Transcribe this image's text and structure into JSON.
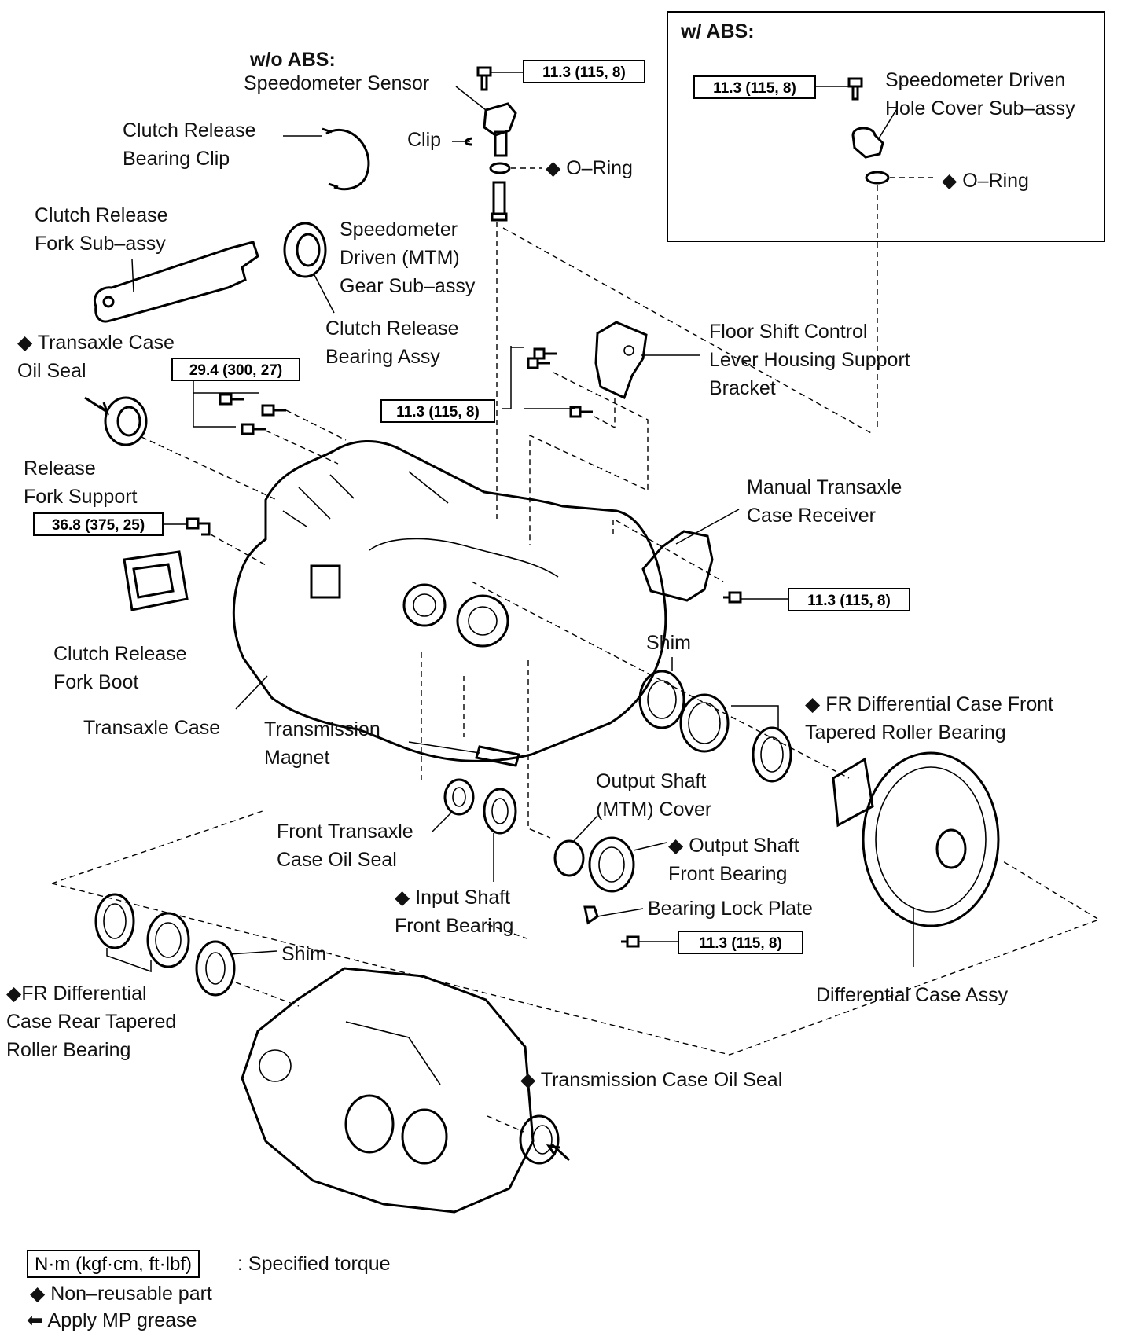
{
  "sections": {
    "without_abs": "w/o ABS:",
    "with_abs": "w/ ABS:"
  },
  "torques": {
    "speedo_sensor_bolt": "11.3 (115, 8)",
    "speedo_cover_bolt": "11.3 (115, 8)",
    "case_bolts": "29.4 (300, 27)",
    "bracket_bolts": "11.3 (115, 8)",
    "release_fork_support": "36.8 (375, 25)",
    "case_receiver_bolt": "11.3 (115, 8)",
    "bearing_lock_plate_bolt": "11.3 (115, 8)"
  },
  "labels": {
    "speedometer_sensor": "Speedometer Sensor",
    "clip": "Clip",
    "o_ring_left": "O–Ring",
    "o_ring_right": "O–Ring",
    "speedometer_cover": "Speedometer Driven\nHole Cover Sub–assy",
    "clutch_release_bearing_clip": "Clutch Release\nBearing Clip",
    "clutch_release_fork": "Clutch Release\nFork Sub–assy",
    "speedometer_driven_gear": "Speedometer\nDriven (MTM)\nGear Sub–assy",
    "clutch_release_bearing_assy": "Clutch Release\nBearing Assy",
    "floor_shift_bracket": "Floor Shift Control\nLever Housing Support\nBracket",
    "transaxle_case_oil_seal": "Transaxle Case\nOil Seal",
    "release_fork_support": "Release\nFork Support",
    "manual_transaxle_case_receiver": "Manual Transaxle\nCase Receiver",
    "clutch_release_fork_boot": "Clutch Release\nFork Boot",
    "shim_upper": "Shim",
    "fr_diff_front_bearing": "FR Differential Case Front\nTapered Roller Bearing",
    "transaxle_case": "Transaxle Case",
    "transmission_magnet": "Transmission\nMagnet",
    "output_shaft_cover": "Output Shaft\n(MTM) Cover",
    "front_transaxle_case_oil_seal": "Front Transaxle\nCase Oil Seal",
    "output_shaft_front_bearing": "Output Shaft\nFront Bearing",
    "input_shaft_front_bearing": "Input Shaft\nFront Bearing",
    "bearing_lock_plate": "Bearing Lock Plate",
    "shim_lower": "Shim",
    "fr_diff_rear_bearing": "FR Differential\nCase Rear Tapered\nRoller Bearing",
    "differential_case_assy": "Differential Case Assy",
    "transmission_case_oil_seal": "Transmission Case Oil Seal"
  },
  "legend": {
    "torque_unit": "N·m (kgf·cm, ft·lbf)",
    "torque_desc": ": Specified torque",
    "non_reusable": "Non–reusable part",
    "mp_grease": "Apply MP grease"
  },
  "symbols": {
    "non_reusable": "◆",
    "grease": "⬅"
  }
}
